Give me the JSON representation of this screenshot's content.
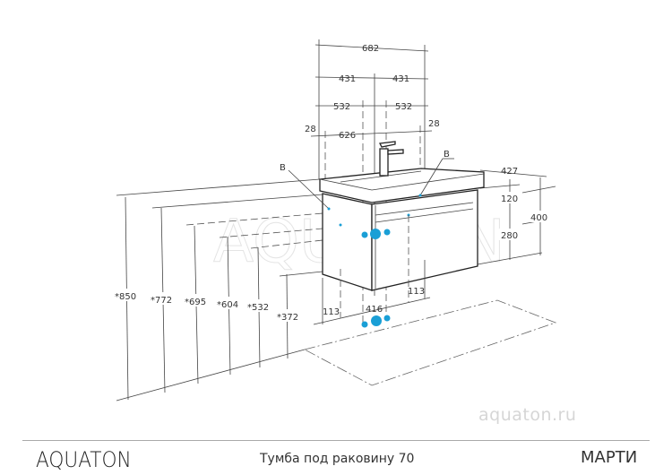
{
  "drawing": {
    "top_dims": {
      "overall_width": "682",
      "half_left": "431",
      "half_right": "431",
      "inner_left": "532",
      "inner_right": "532",
      "offset_left": "28",
      "basin_width": "626",
      "offset_right": "28"
    },
    "right_dims": {
      "depth": "427",
      "sink_height": "120",
      "total_height": "400",
      "cabinet_height": "280"
    },
    "height_dims": [
      "*850",
      "*772",
      "*695",
      "*604",
      "*532",
      "*372"
    ],
    "bottom_dims": {
      "left": "113",
      "span": "416",
      "right": "113"
    },
    "callouts": [
      "B",
      "B"
    ],
    "watermark": "AQUATON",
    "accent_color": "#1a9fd6"
  },
  "website": "aquaton.ru",
  "footer": {
    "logo": "AQUATON",
    "title": "Тумба под раковину 70",
    "model": "МАРТИ"
  }
}
